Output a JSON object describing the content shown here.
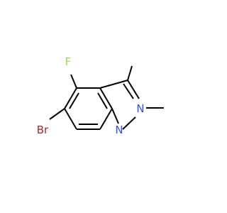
{
  "molecule": {
    "atoms": [
      {
        "id": "F",
        "label": "F",
        "color": "#90E050"
      },
      {
        "id": "Br",
        "label": "Br",
        "color": "#A62929"
      },
      {
        "id": "N1",
        "label": "N",
        "color": "#3050F8"
      },
      {
        "id": "N2",
        "label": "N",
        "color": "#3050F8"
      }
    ]
  }
}
